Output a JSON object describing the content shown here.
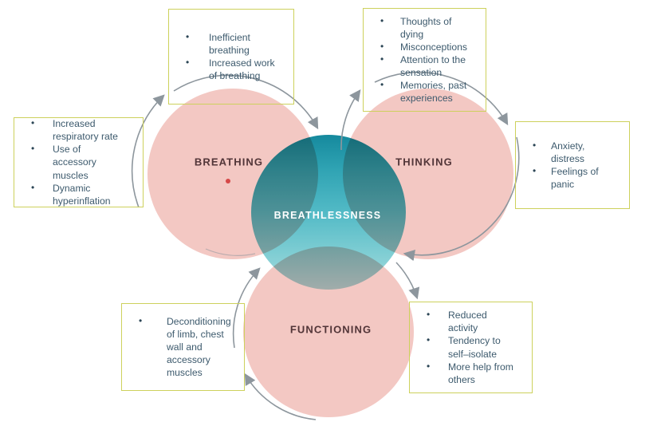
{
  "circles": {
    "breathing": "BREATHING",
    "thinking": "THINKING",
    "functioning": "FUNCTIONING",
    "center": "BREATHLESSNESS"
  },
  "boxes": {
    "breathing_causes": {
      "items": [
        "Inefficient breathing",
        "Increased work of breathing"
      ]
    },
    "thinking_causes": {
      "items": [
        "Thoughts of dying",
        "Misconceptions",
        "Attention to the sensation",
        "Memories, past experiences"
      ]
    },
    "breathing_effects": {
      "items": [
        "Increased respiratory rate",
        "Use of accessory muscles",
        "Dynamic hyperinflation"
      ]
    },
    "thinking_effects": {
      "items": [
        "Anxiety, distress",
        "Feelings of panic"
      ]
    },
    "functioning_causes": {
      "items": [
        "Deconditioning of limb, chest wall and accessory muscles"
      ]
    },
    "functioning_effects": {
      "items": [
        "Reduced activity",
        "Tendency to self–isolate",
        "More help from others"
      ]
    }
  },
  "colors": {
    "circle_pink": "#f3c8c3",
    "teal_dark": "#15899d",
    "teal_mid": "#52bac6",
    "teal_light": "#a9dcdf",
    "box_border": "#cdd15c",
    "text": "#3d5a6d",
    "bullet": "#2c4656",
    "label": "#523538",
    "center_label": "#ffffff",
    "arrow": "#8d969d",
    "dot_red": "#d64848"
  }
}
